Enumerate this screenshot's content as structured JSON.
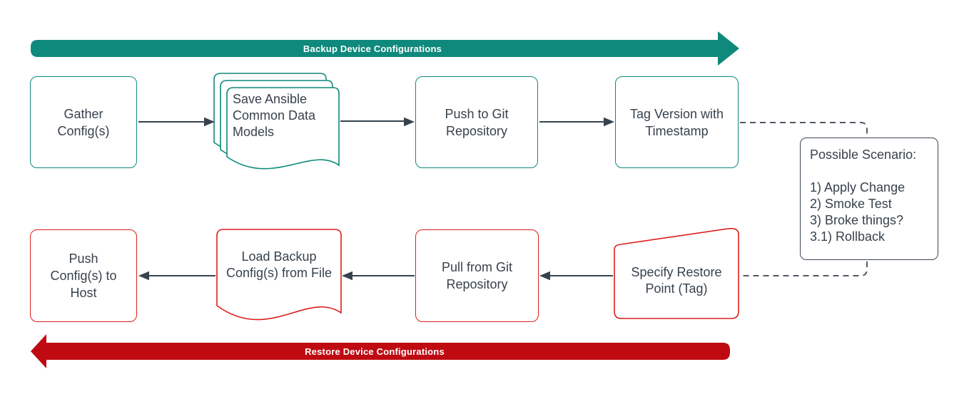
{
  "backup_flow": {
    "banner_label": "Backup Device Configurations",
    "direction": "left-to-right",
    "steps": [
      {
        "label": "Gather Config(s)",
        "shape": "rounded-rectangle"
      },
      {
        "label": "Save Ansible Common Data Models",
        "shape": "multi-document"
      },
      {
        "label": "Push to Git Repository",
        "shape": "rounded-rectangle"
      },
      {
        "label": "Tag Version with Timestamp",
        "shape": "rounded-rectangle"
      }
    ]
  },
  "restore_flow": {
    "banner_label": "Restore Device Configurations",
    "direction": "right-to-left",
    "steps": [
      {
        "label": "Push Config(s) to Host",
        "shape": "rounded-rectangle"
      },
      {
        "label": "Load Backup Config(s) from File",
        "shape": "document"
      },
      {
        "label": "Pull from Git Repository",
        "shape": "rounded-rectangle"
      },
      {
        "label": "Specify Restore Point (Tag)",
        "shape": "manual-operation"
      }
    ]
  },
  "scenario_note": {
    "title": "Possible Scenario:",
    "items": [
      "1) Apply Change",
      "2) Smoke Test",
      "3) Broke things?",
      "3.1) Rollback"
    ]
  },
  "colors": {
    "backup_teal": "#0f897c",
    "restore_banner_red": "#bf0a12",
    "restore_shape_red": "#dc1f1b",
    "text_ink": "#37424d"
  }
}
